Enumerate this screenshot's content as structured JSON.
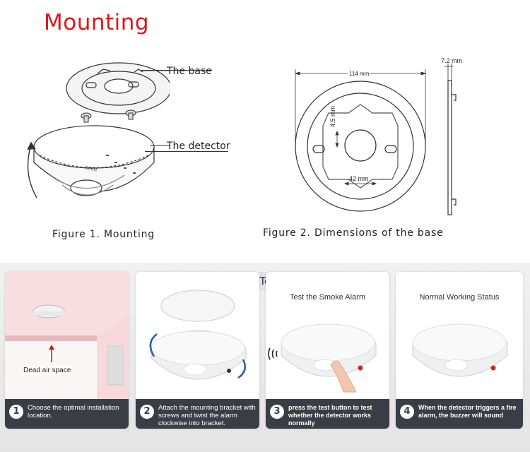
{
  "title": "Mounting",
  "figure1": {
    "caption": "Figure 1. Mounting",
    "label_base": "The base",
    "label_detector": "The detector",
    "detector_mark_open": "OPEN"
  },
  "figure2": {
    "caption": "Figure 2. Dimensions of the base",
    "dim_width": "114 mm",
    "dim_thickness": "7.2 mm",
    "dim_height": "4.5 mm",
    "dim_hole": "42 mm"
  },
  "method": {
    "title": "Installation & Testing Method",
    "steps": [
      {
        "num": "1",
        "heading": "",
        "overlay": "Dead air space",
        "text": "Choose the optimal installation location."
      },
      {
        "num": "2",
        "heading": "",
        "overlay": "",
        "text": "Attach the mounting bracket with screws and twist the alarm clockwise into bracket."
      },
      {
        "num": "3",
        "heading": "Test the Smoke Alarm",
        "overlay": "",
        "text": "press the test button to test whether the detector works normally"
      },
      {
        "num": "4",
        "heading": "Normal Working Status",
        "overlay": "",
        "text": "When the detector triggers a fire alarm, the buzzer will sound"
      }
    ]
  },
  "colors": {
    "title_red": "#e3141b",
    "panel_footer": "#3a3d45",
    "ceiling_pink": "#f6c9cf",
    "led_red": "#e01e1e"
  }
}
